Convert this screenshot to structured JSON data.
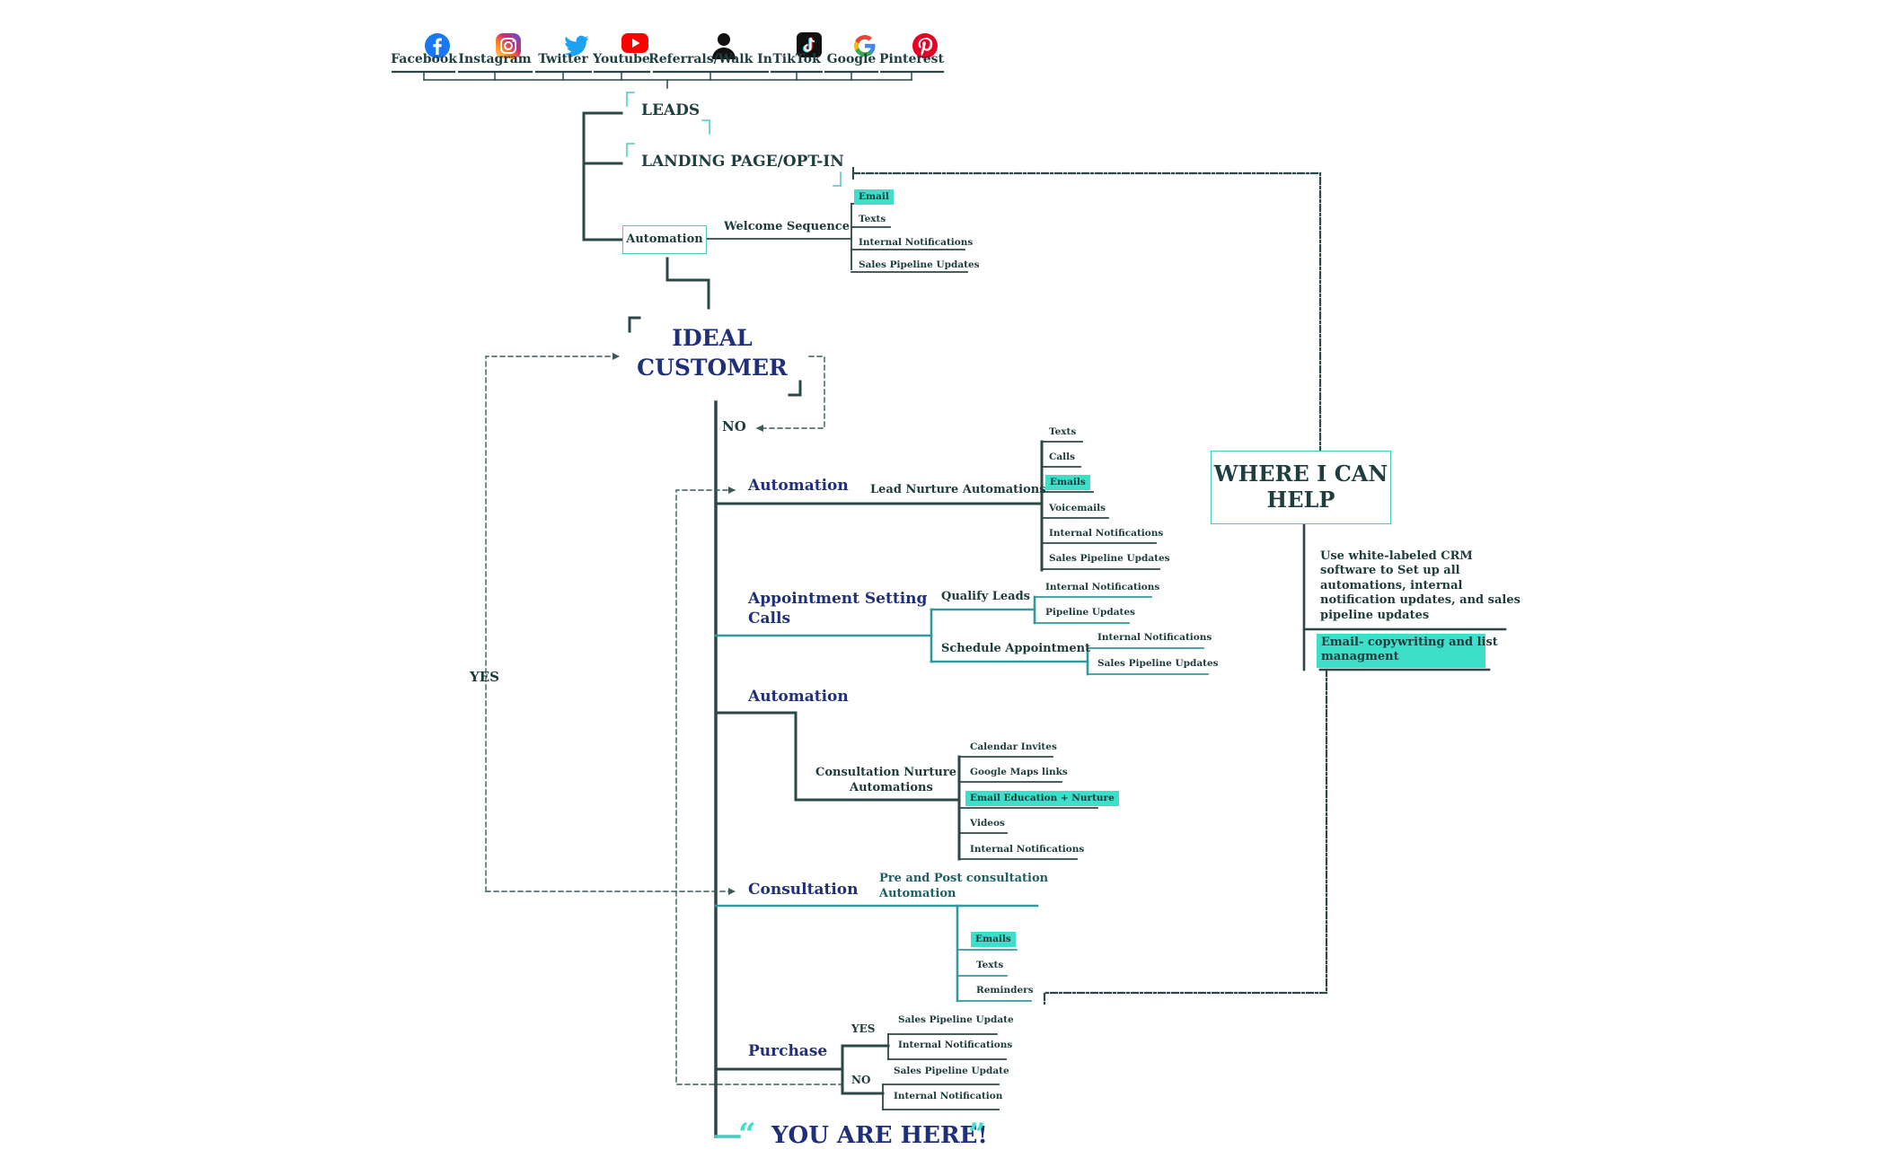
{
  "colors": {
    "dark": "#384a4a",
    "teal": "#2f9aa0",
    "accent": "#3ddfcb",
    "navy": "#1f2f7a",
    "text": "#1d3b3b"
  },
  "sources": [
    {
      "label": "Facebook",
      "icon": "facebook-icon"
    },
    {
      "label": "Instagram",
      "icon": "instagram-icon"
    },
    {
      "label": "Twitter",
      "icon": "twitter-icon"
    },
    {
      "label": "Youtube",
      "icon": "youtube-icon"
    },
    {
      "label": "Referrals/Walk In",
      "icon": "person-icon"
    },
    {
      "label": "TikTok",
      "icon": "tiktok-icon"
    },
    {
      "label": "Google",
      "icon": "google-icon"
    },
    {
      "label": "Pinterest",
      "icon": "pinterest-icon"
    }
  ],
  "top": {
    "leads": "LEADS",
    "landing": "LANDING PAGE/OPT-IN",
    "automation": "Automation",
    "welcome": "Welcome Sequence",
    "welcome_items": [
      "Email",
      "Texts",
      "Internal Notifications",
      "Sales Pipeline Updates"
    ]
  },
  "ideal_customer": {
    "line1": "IDEAL",
    "line2": "CUSTOMER"
  },
  "no_label": "NO",
  "yes_label": "YES",
  "nurture": {
    "title": "Automation",
    "sub": "Lead Nurture Automations",
    "items": [
      "Texts",
      "Calls",
      "Emails",
      "Voicemails",
      "Internal Notifications",
      "Sales Pipeline Updates"
    ]
  },
  "appointment": {
    "title_line1": "Appointment Setting",
    "title_line2": "Calls",
    "qualify": "Qualify Leads",
    "qualify_items": [
      "Internal Notifications",
      "Pipeline Updates"
    ],
    "schedule": "Schedule Appointment",
    "schedule_items": [
      "Internal Notifications",
      "Sales Pipeline Updates"
    ]
  },
  "consult_nurture": {
    "title": "Automation",
    "sub_line1": "Consultation  Nurture",
    "sub_line2": "Automations",
    "items": [
      "Calendar Invites",
      "Google Maps links",
      "Email Education + Nurture",
      "Videos",
      "Internal Notifications"
    ]
  },
  "consultation": {
    "title": "Consultation",
    "sub_line1": "Pre and Post consultation",
    "sub_line2": "Automation",
    "items": [
      "Emails",
      "Texts",
      "Reminders"
    ]
  },
  "purchase": {
    "title": "Purchase",
    "yes": "YES",
    "yes_items": [
      "Sales Pipeline Update",
      "Internal Notifications"
    ],
    "no": "NO",
    "no_items": [
      "Sales Pipeline Update",
      "Internal Notification"
    ]
  },
  "you_are_here": "YOU ARE HERE!",
  "help": {
    "line1": "WHERE I CAN",
    "line2": "HELP",
    "desc_lines": [
      "Use white-labeled CRM",
      "software to Set up all",
      "automations, internal",
      "notification updates, and sales",
      "pipeline updates"
    ],
    "email_lines": [
      "Email- copywriting and list",
      "managment"
    ]
  }
}
